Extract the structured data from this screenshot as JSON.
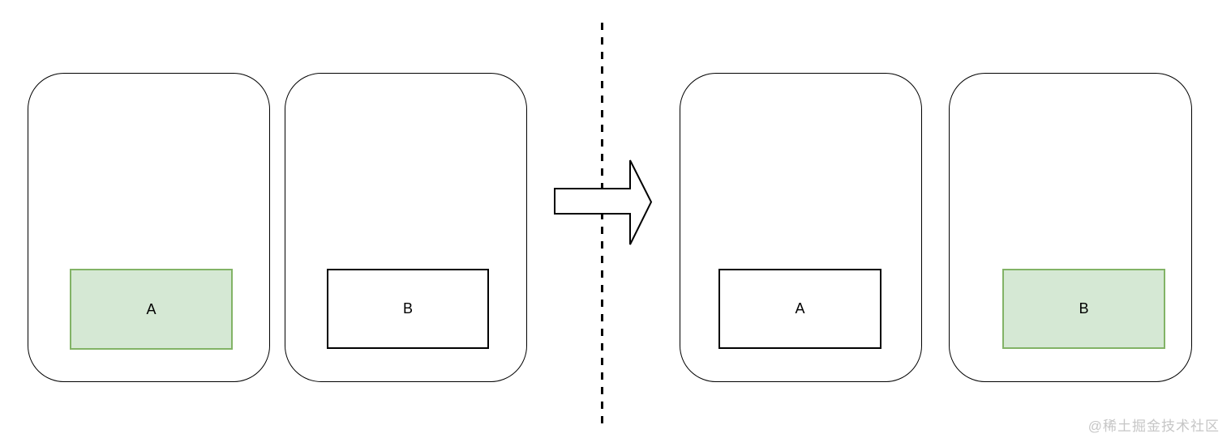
{
  "colors": {
    "highlight_fill": "#d5e8d4",
    "highlight_stroke": "#82b366",
    "box_stroke": "#000000",
    "container_stroke": "#000000",
    "watermark_color": "#c6c6c6"
  },
  "before": {
    "container_a": {
      "box_label": "A",
      "highlighted": true
    },
    "container_b": {
      "box_label": "B",
      "highlighted": false
    }
  },
  "after": {
    "container_a": {
      "box_label": "A",
      "highlighted": false
    },
    "container_b": {
      "box_label": "B",
      "highlighted": true
    }
  },
  "arrow": {
    "direction": "right"
  },
  "divider": {
    "style": "dashed-vertical"
  },
  "watermark": {
    "text": "@稀土掘金技术社区"
  }
}
